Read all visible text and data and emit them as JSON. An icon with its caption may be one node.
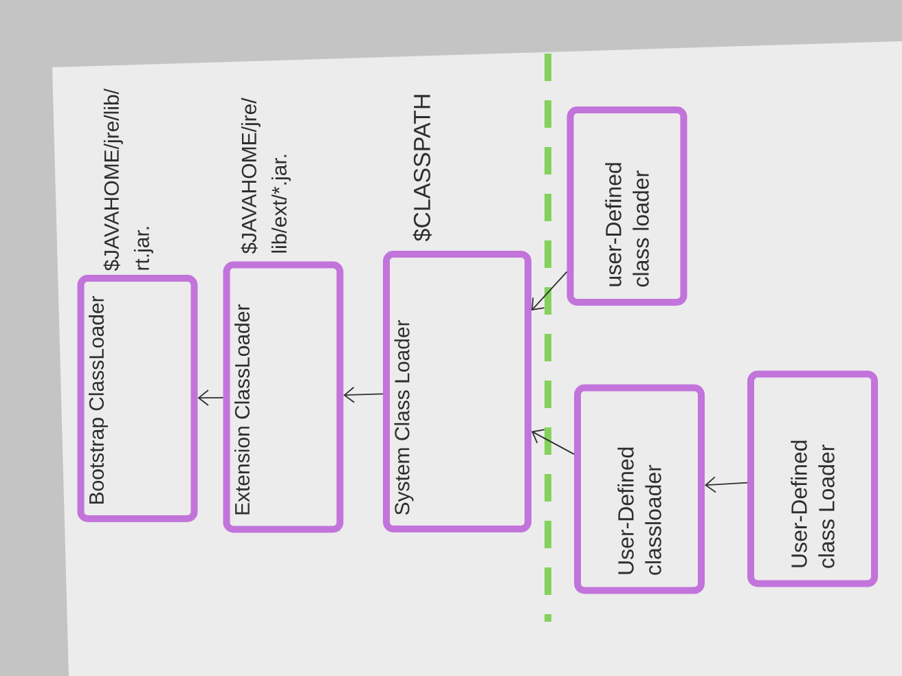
{
  "diagram": {
    "nodes": [
      {
        "text": [
          "Bootstrap ClassLoader"
        ],
        "beside": [
          "$JAVAHOME/jre/lib/ rt.jar."
        ]
      },
      {
        "text": [
          "Extension ClassLoader"
        ],
        "beside": [
          "$JAVAHOME/jre/ lib/ext/*.jar."
        ]
      },
      {
        "text": [
          "System Class Loader"
        ],
        "beside": [
          "$CLASSPATH"
        ]
      },
      {
        "text": [
          "user-Defined class loader"
        ]
      },
      {
        "text": [
          "User-Defined classloader"
        ]
      },
      {
        "text": [
          "User-Defined class Loader"
        ]
      }
    ],
    "edges": [
      {
        "from": 1,
        "to": 0,
        "arrow": "to"
      },
      {
        "from": 2,
        "to": 1,
        "arrow": "to"
      },
      {
        "from": 3,
        "to": 2,
        "arrow": "to"
      },
      {
        "from": 4,
        "to": 2,
        "arrow": "to"
      },
      {
        "from": 5,
        "to": 4,
        "arrow": "to"
      }
    ]
  }
}
